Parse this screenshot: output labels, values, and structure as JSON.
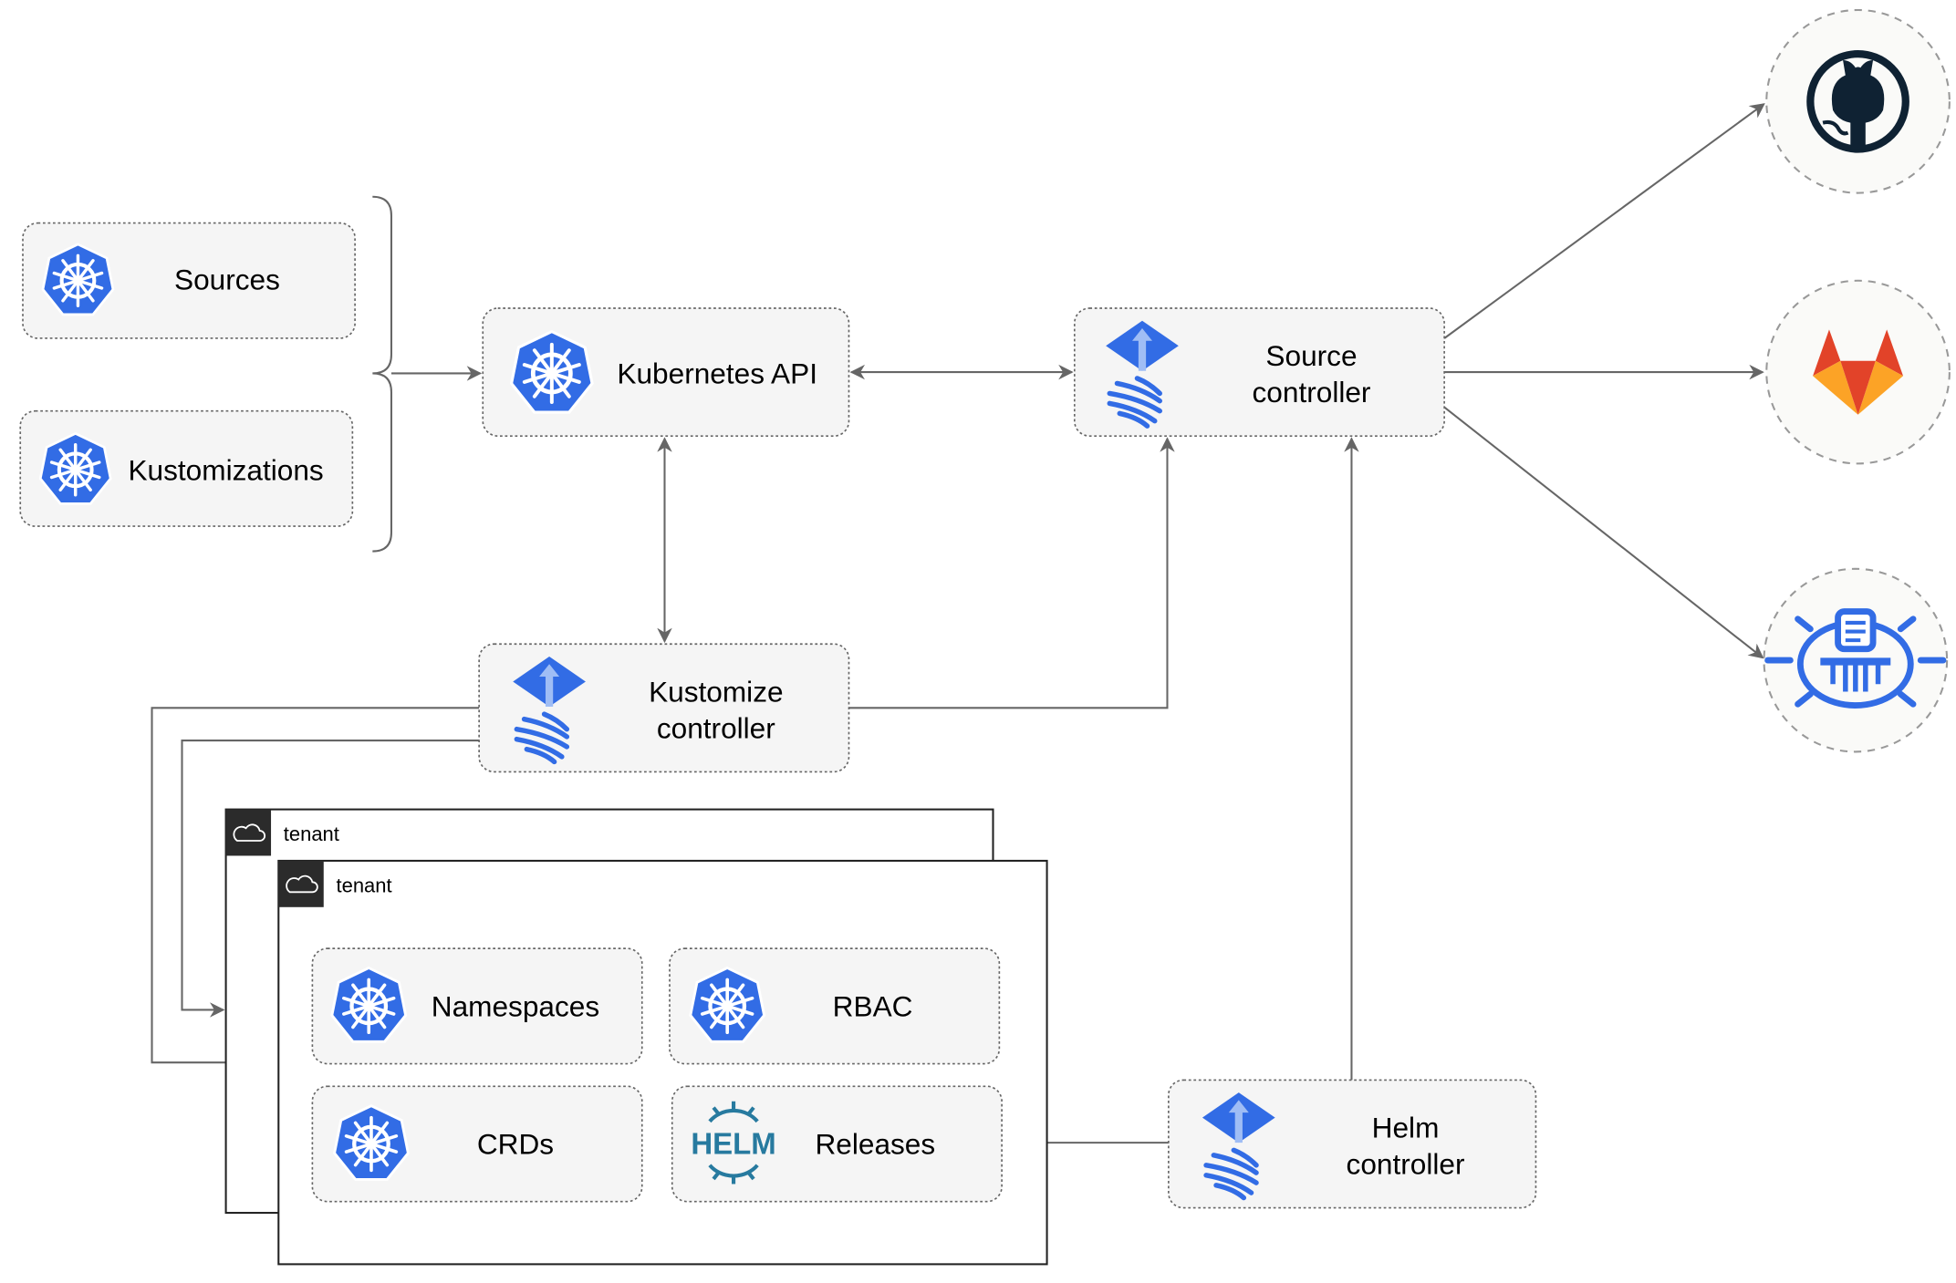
{
  "nodes": {
    "sources": "Sources",
    "kustomizations": "Kustomizations",
    "kubernetes_api": "Kubernetes API",
    "source_controller": [
      "Source",
      "controller"
    ],
    "kustomize_controller": [
      "Kustomize",
      "controller"
    ],
    "helm_controller": [
      "Helm",
      "controller"
    ],
    "namespaces": "Namespaces",
    "rbac": "RBAC",
    "crds": "CRDs",
    "releases": "Releases"
  },
  "tenants": [
    "tenant",
    "tenant"
  ],
  "helm_logo_text": "HELM",
  "external": [
    "github-icon",
    "gitlab-icon",
    "bucket-icon"
  ],
  "colors": {
    "k8s_blue": "#326ce5",
    "helm": "#277a9f",
    "github": "#0f2233",
    "gitlab_red": "#e24329",
    "gitlab_orange": "#fca326",
    "edge": "#666666"
  }
}
